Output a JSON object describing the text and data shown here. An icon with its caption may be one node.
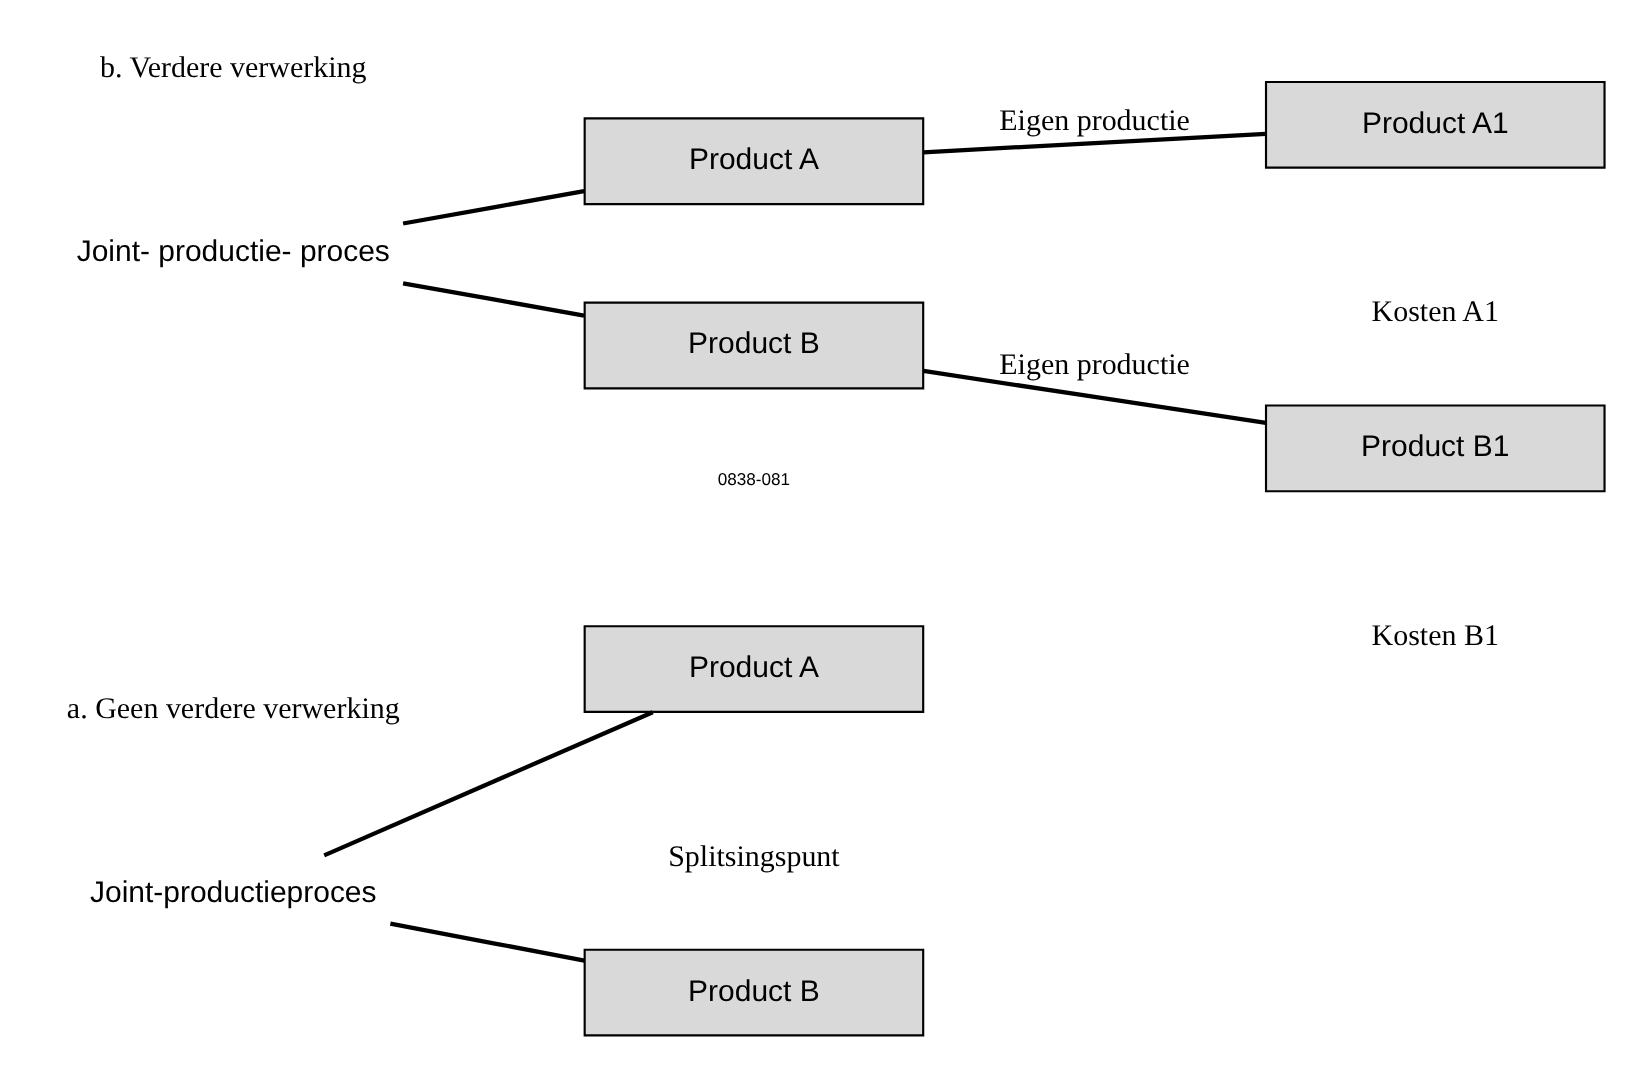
{
  "diagram": {
    "nodes": [
      {
        "text": [
          "Joint-productieproces"
        ]
      },
      {
        "text": [
          "Product A"
        ]
      },
      {
        "text": [
          "Product B"
        ]
      },
      {
        "text": [
          "Joint- productie- proces"
        ]
      },
      {
        "text": [
          "Product A"
        ]
      },
      {
        "text": [
          "Product A1"
        ]
      },
      {
        "text": [
          "Product B"
        ]
      },
      {
        "text": [
          "Product B1"
        ]
      }
    ],
    "edges": [
      {
        "from": 0,
        "to": 1,
        "arrow": "none"
      },
      {
        "from": 0,
        "to": 2,
        "arrow": "none"
      },
      {
        "from": 3,
        "to": 4,
        "arrow": "none"
      },
      {
        "from": 3,
        "to": 6,
        "arrow": "none"
      },
      {
        "from": 4,
        "to": 5,
        "arrow": "none",
        "label": "Eigen productie"
      },
      {
        "from": 6,
        "to": 7,
        "arrow": "none",
        "label": "Eigen productie"
      }
    ],
    "labels": [
      "0838-081",
      "a. Geen verdere verwerking",
      "Splitsingspunt",
      "b. Verdere verwerking",
      "Kosten A1",
      "Kosten B1"
    ]
  }
}
